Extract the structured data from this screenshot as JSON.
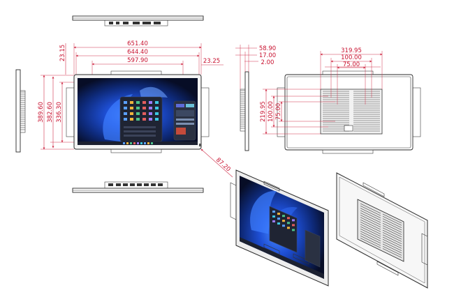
{
  "drawing": {
    "dims_front_horizontal": [
      "651.40",
      "644.40",
      "597.90"
    ],
    "dim_top_left_vertical": "23.15",
    "dim_top_right": "23.25",
    "dims_front_vertical": [
      "389.60",
      "382.60",
      "336.30"
    ],
    "dim_diagonal": "87.20",
    "dims_side": [
      "58.90",
      "17.00",
      "2.00"
    ],
    "dims_back_horizontal": [
      "319.95",
      "100.00",
      "75.00"
    ],
    "dims_back_vertical": [
      "219.95",
      "100.00",
      "75.00"
    ]
  },
  "colors": {
    "dimension": "#c8102e",
    "outline": "#2a2a2a",
    "screen": "#0d1530",
    "wallpaper_accent": "#2f6bff"
  },
  "icons": [
    "screen-wallpaper-graphic",
    "heatsink-graphic",
    "io-ports-graphic",
    "mounting-bracket-graphic"
  ]
}
